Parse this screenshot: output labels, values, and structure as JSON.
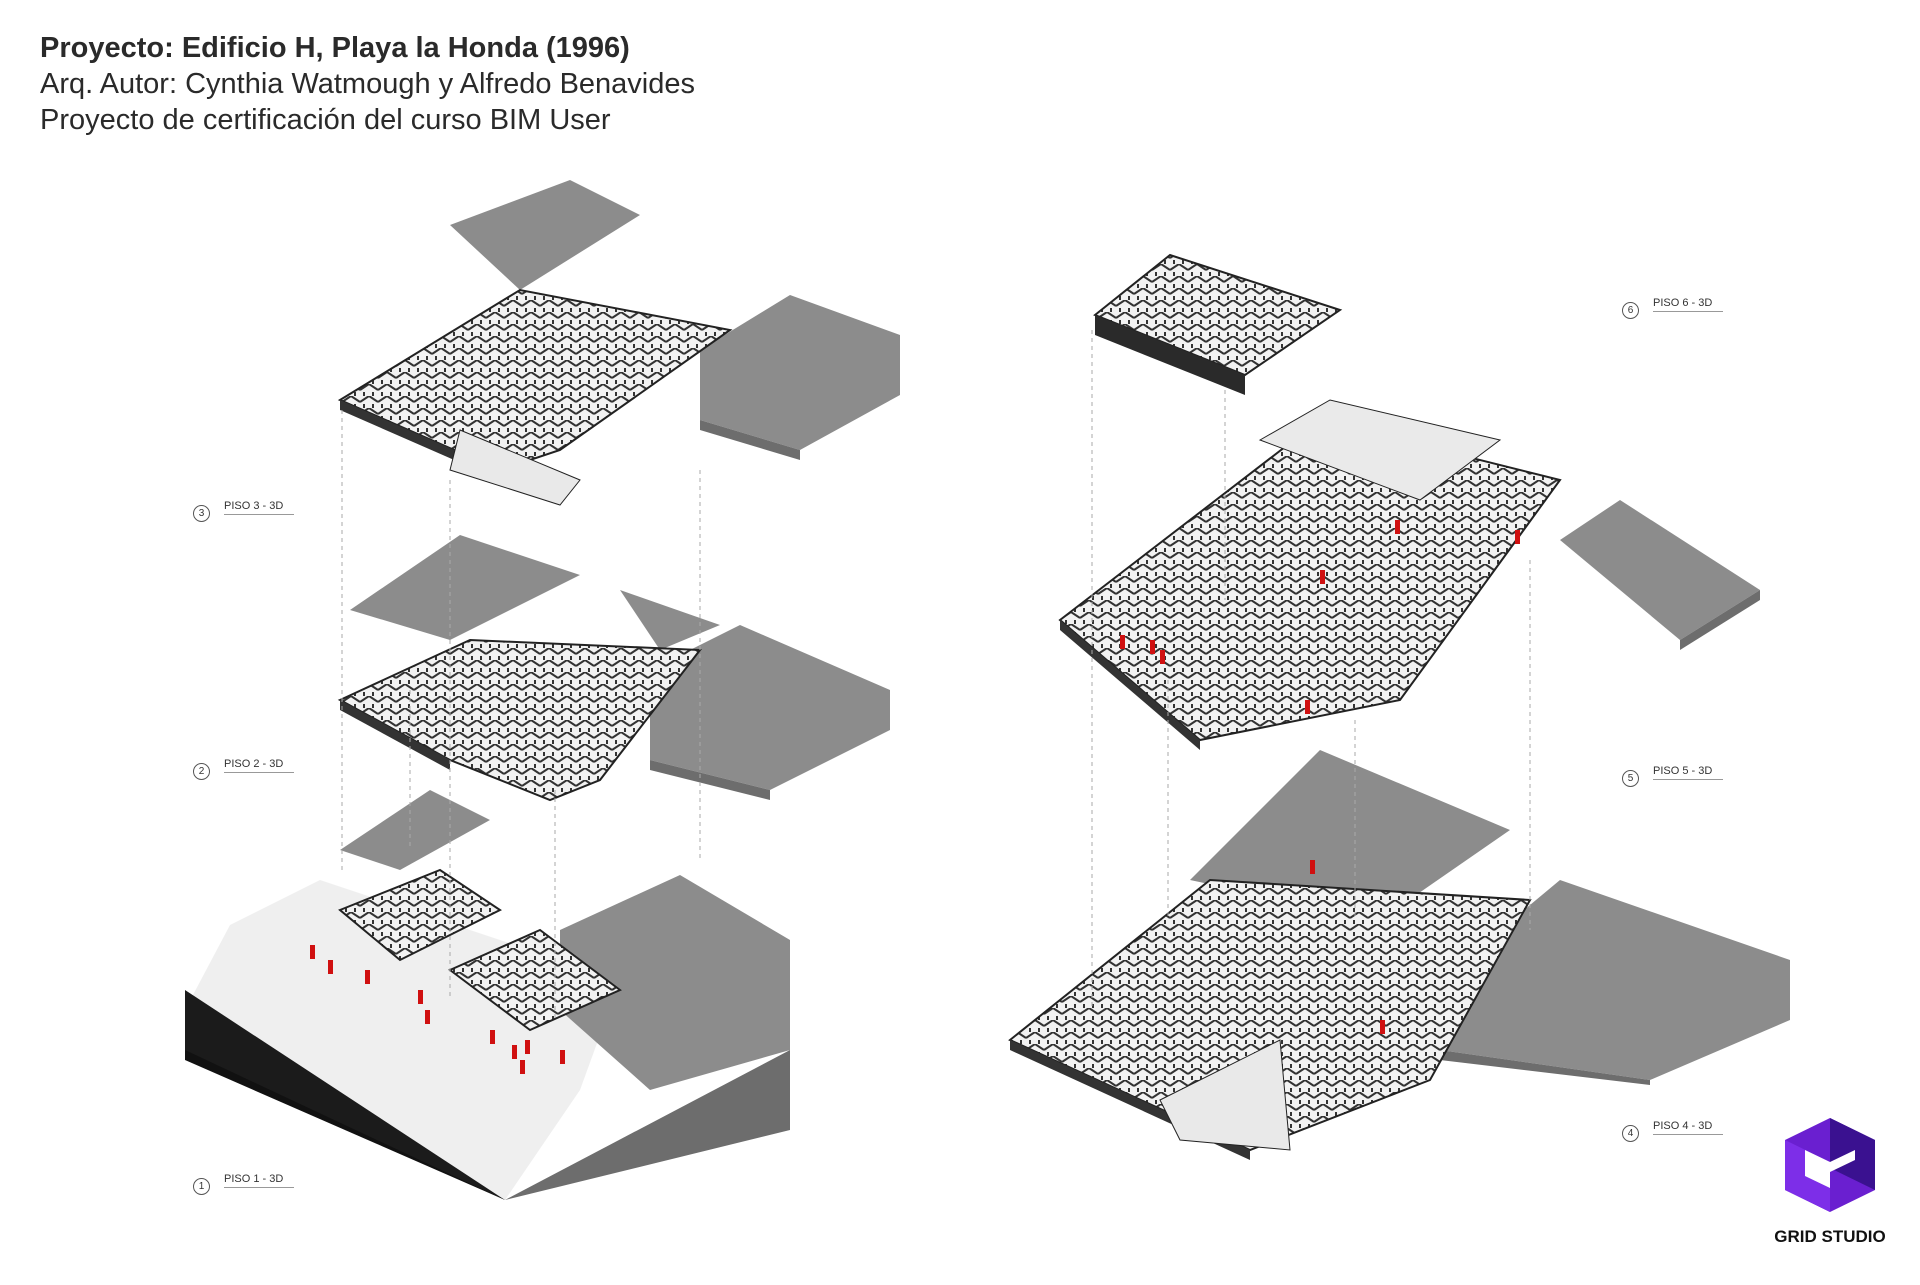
{
  "header": {
    "title": "Proyecto: Edificio H, Playa la Honda (1996)",
    "authors": "Arq. Autor: Cynthia Watmough y Alfredo Benavides",
    "course": "Proyecto de certificación del curso BIM User"
  },
  "levels": [
    {
      "number": "1",
      "label": "PISO 1 - 3D"
    },
    {
      "number": "2",
      "label": "PISO 2 - 3D"
    },
    {
      "number": "3",
      "label": "PISO 3 - 3D"
    },
    {
      "number": "4",
      "label": "PISO 4 - 3D"
    },
    {
      "number": "5",
      "label": "PISO 5 - 3D"
    },
    {
      "number": "6",
      "label": "PISO 6 - 3D"
    }
  ],
  "logo": {
    "brand": "GRID STUDIO",
    "primary_color": "#6a1fd0",
    "dark_color": "#3a1190"
  },
  "colors": {
    "terrain": "#8c8c8c",
    "terrain_dark": "#6d6d6d",
    "slab": "#e9e9e9",
    "wall": "#2a2a2a",
    "people": "#d01010"
  }
}
